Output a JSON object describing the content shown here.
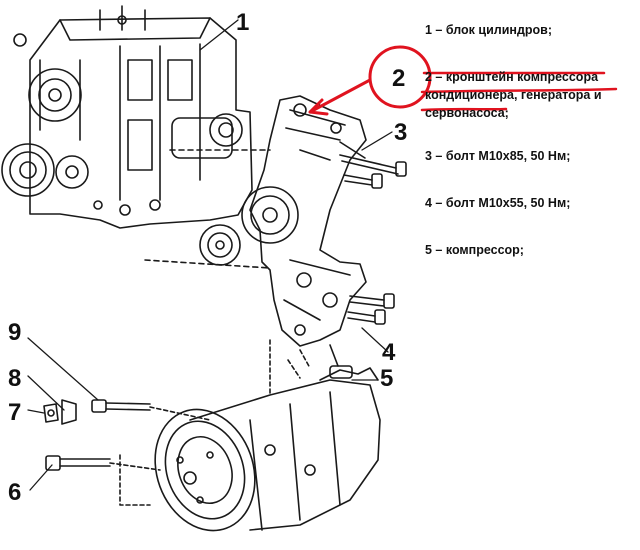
{
  "callouts": [
    "1",
    "2",
    "3",
    "4",
    "5",
    "6",
    "7",
    "8",
    "9"
  ],
  "legend": {
    "item1": "1 – блок цилиндров;",
    "item2_line1": "2 – кронштейн компрессора",
    "item2_line2": "кондиционера, генератора и",
    "item2_line3": "сервонасоса;",
    "item3": "3 – болт М10х85, 50 Нм;",
    "item4": "4 – болт М10х55, 50 Нм;",
    "item5": "5 – компрессор;"
  },
  "colors": {
    "highlight": "#e0131f",
    "line": "#1a1a1a"
  }
}
